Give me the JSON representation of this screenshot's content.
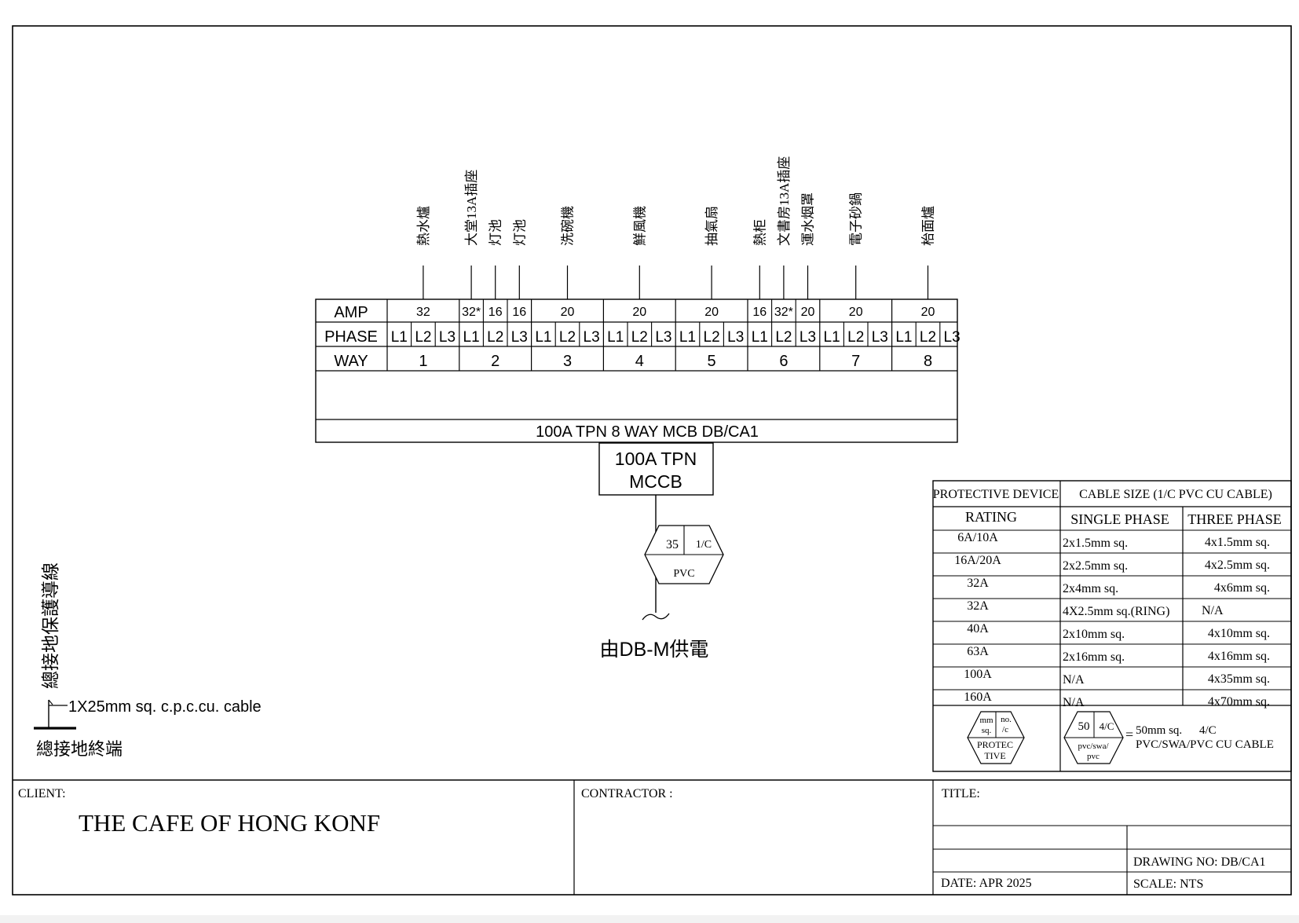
{
  "circuits": [
    {
      "way": "1",
      "amp": "32",
      "loads": [
        "熱水爐"
      ]
    },
    {
      "way": "2",
      "amp_cells": [
        "32*",
        "16",
        "16"
      ],
      "loads": [
        "大堂13A插座",
        "灯池",
        "灯池"
      ]
    },
    {
      "way": "3",
      "amp": "20",
      "loads": [
        "洗碗機"
      ]
    },
    {
      "way": "4",
      "amp": "20",
      "loads": [
        "鮮風機"
      ]
    },
    {
      "way": "5",
      "amp": "20",
      "loads": [
        "抽氣扇"
      ]
    },
    {
      "way": "6",
      "amp_cells": [
        "16",
        "32*",
        "20"
      ],
      "loads": [
        "熱柜",
        "文書房13A插座",
        "運水烟罩"
      ]
    },
    {
      "way": "7",
      "amp": "20",
      "loads": [
        "電子砂鍋"
      ]
    },
    {
      "way": "8",
      "amp": "20",
      "loads": [
        "枱面爐"
      ]
    }
  ],
  "db": {
    "row_labels": {
      "amp": "AMP",
      "phase": "PHASE",
      "way": "WAY"
    },
    "phases": [
      "L1",
      "L2",
      "L3"
    ],
    "title": "100A TPN 8 WAY MCB DB/CA1"
  },
  "mccb": {
    "line1": "100A TPN",
    "line2": "MCCB"
  },
  "incoming_cable_symbol": {
    "size": "35",
    "cores": "1/C",
    "type": "PVC"
  },
  "supply_label": "由DB-M供電",
  "earthing": {
    "vertical_label": "總接地保護導線",
    "cable_label": "1X25mm sq. c.p.c.cu. cable",
    "terminal_label": "總接地終端"
  },
  "legend": {
    "header_protective_device": "PROTECTIVE DEVICE",
    "header_cable_size": "CABLE SIZE (1/C PVC CU CABLE)",
    "subheader_rating": "RATING",
    "subheader_single_phase": "SINGLE PHASE",
    "subheader_three_phase": "THREE PHASE",
    "rows": [
      {
        "rating": "6A/10A",
        "single": "2x1.5mm sq.",
        "three": "4x1.5mm sq."
      },
      {
        "rating": "16A/20A",
        "single": "2x2.5mm sq.",
        "three": "4x2.5mm sq."
      },
      {
        "rating": "32A",
        "single": "2x4mm sq.",
        "three": "4x6mm sq."
      },
      {
        "rating": "32A",
        "single": "4X2.5mm sq.(RING)",
        "three": "N/A"
      },
      {
        "rating": "40A",
        "single": "2x10mm sq.",
        "three": "4x10mm sq."
      },
      {
        "rating": "63A",
        "single": "2x16mm sq.",
        "three": "4x16mm sq."
      },
      {
        "rating": "100A",
        "single": "N/A",
        "three": "4x35mm sq."
      },
      {
        "rating": "160A",
        "single": "N/A",
        "three": "4x70mm sq."
      }
    ],
    "key_symbol": {
      "top_left_line1": "mm",
      "top_left_line2": "sq.",
      "top_right_line1": "no.",
      "top_right_line2": "/c",
      "bottom_line1": "PROTEC",
      "bottom_line2": "TIVE"
    },
    "example_symbol": {
      "size": "50",
      "cores": "4/C",
      "type_line1": "pvc/swa/",
      "type_line2": "pvc"
    },
    "example_equals": "=",
    "example_text_line1": "50mm sq.",
    "example_text_cores": "4/C",
    "example_text_line2": "PVC/SWA/PVC CU CABLE"
  },
  "title_block": {
    "client_label": "CLIENT:",
    "client_name": "THE CAFE OF HONG KONF",
    "contractor_label": "CONTRACTOR :",
    "title_label": "TITLE:",
    "drawing_no": "DRAWING NO:  DB/CA1",
    "date": "DATE:   APR  2025",
    "scale": "SCALE:   NTS"
  }
}
